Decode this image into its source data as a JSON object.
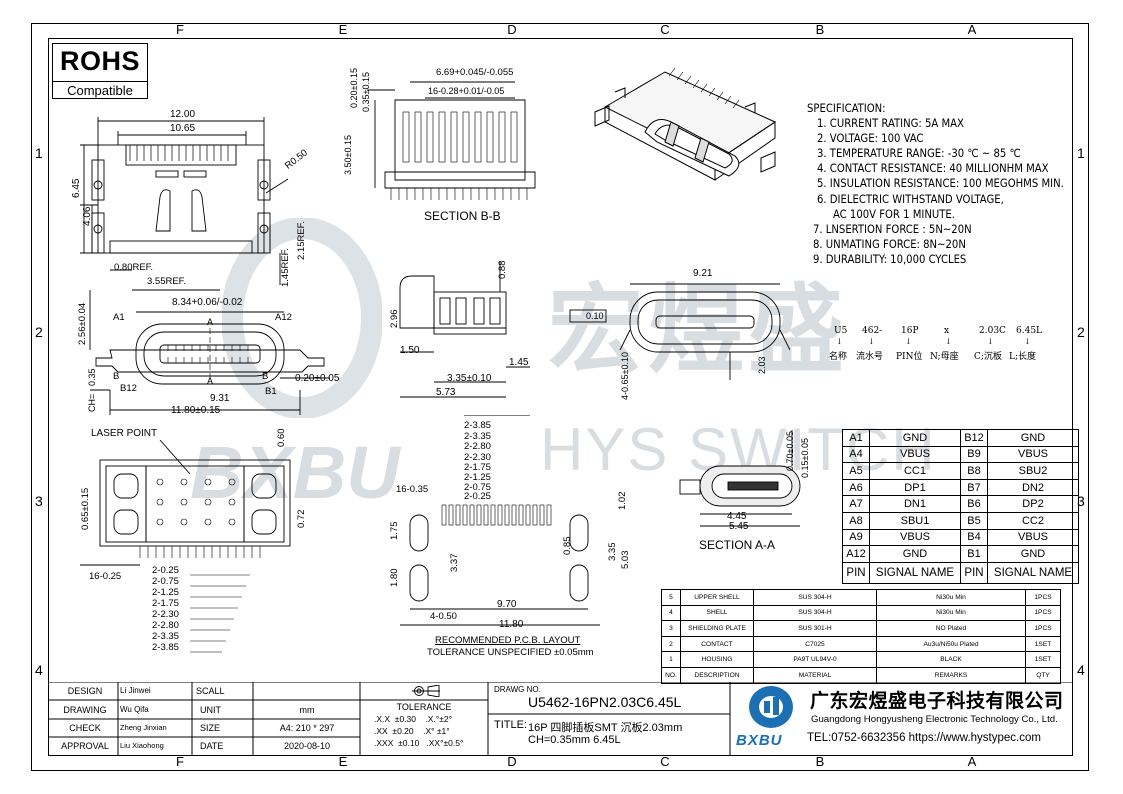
{
  "frame": {
    "columns": [
      "F",
      "E",
      "D",
      "C",
      "B",
      "A"
    ],
    "rows": [
      "1",
      "2",
      "3",
      "4"
    ]
  },
  "rohs": {
    "title": "ROHS",
    "subtitle": "Compatible"
  },
  "watermark": {
    "chinese": "宏煜盛",
    "english": "HYS SWITCH",
    "logo": "BXBU"
  },
  "specification": {
    "heading": "SPECIFICATION:",
    "lines": [
      "1. CURRENT RATING: 5A MAX",
      "2. VOLTAGE: 100 VAC",
      "3. TEMPERATURE RANGE: -30 ℃ ~ 85 ℃",
      "4. CONTACT RESISTANCE: 40 MILLIONHM MAX",
      "5. INSULATION RESISTANCE: 100 MEGOHMS MIN.",
      "6. DIELECTRIC WITHSTAND VOLTAGE,",
      "AC 100V FOR 1 MINUTE.",
      "7. LNSERTION FORCE : 5N~20N",
      "8. UNMATING FORCE: 8N~20N",
      "9. DURABILITY:   10,000 CYCLES"
    ]
  },
  "part_code": {
    "codes": [
      "U5",
      "462-",
      "16P",
      "x",
      "2.03C",
      "6.45L"
    ],
    "meanings": [
      "名称",
      "流水号",
      "PIN位",
      "N;母座",
      "C;沉板",
      "L;长度"
    ]
  },
  "pin_table": {
    "header": [
      "PIN",
      "SIGNAL NAME",
      "PIN",
      "SIGNAL NAME"
    ],
    "rows": [
      [
        "A1",
        "GND",
        "B12",
        "GND"
      ],
      [
        "A4",
        "VBUS",
        "B9",
        "VBUS"
      ],
      [
        "A5",
        "CC1",
        "B8",
        "SBU2"
      ],
      [
        "A6",
        "DP1",
        "B7",
        "DN2"
      ],
      [
        "A7",
        "DN1",
        "B6",
        "DP2"
      ],
      [
        "A8",
        "SBU1",
        "B5",
        "CC2"
      ],
      [
        "A9",
        "VBUS",
        "B4",
        "VBUS"
      ],
      [
        "A12",
        "GND",
        "B1",
        "GND"
      ]
    ]
  },
  "material_table": {
    "rows": [
      [
        "5",
        "UPPER SHELL",
        "SUS 304-H",
        "Ni30u Min",
        "1PCS"
      ],
      [
        "4",
        "SHELL",
        "SUS 304-H",
        "Ni30u Min",
        "1PCS"
      ],
      [
        "3",
        "SHIELDING PLATE",
        "SUS 301-H",
        "NO Plated",
        "1PCS"
      ],
      [
        "2",
        "CONTACT",
        "C7025",
        "Au3u/Ni50u Plated",
        "1SET"
      ],
      [
        "1",
        "HOUSING",
        "PA9T UL94V-0",
        "BLACK",
        "1SET"
      ],
      [
        "NO.",
        "DESCRIPTION",
        "MATERIAL",
        "REMARKS",
        "QTY"
      ]
    ]
  },
  "title_block": {
    "design_label": "DESIGN",
    "design_name": "Li Jinwei",
    "drawing_label": "DRAWING",
    "drawing_name": "Wu Qifa",
    "check_label": "CHECK",
    "check_name": "Zheng Jinxian",
    "approval_label": "APPROVAL",
    "approval_name": "Liu Xiaohong",
    "scale_label": "SCALL",
    "scale_value": "",
    "unit_label": "UNIT",
    "unit_value": "mm",
    "size_label": "SIZE",
    "size_value": "A4: 210 * 297",
    "date_label": "DATE",
    "date_value": "2020-08-10",
    "tolerance_label": "TOLERANCE",
    "tolerance_lines": [
      ".X.X  ±0.30    .X.°±2°",
      ".XX  ±0.20    .X° ±1°",
      ".XXX  ±0.10   .XX°±0.5°"
    ],
    "drawing_no_label": "DRAWG NO.",
    "drawing_no": "U5462-16PN2.03C6.45L",
    "title_label": "TITLE:",
    "title_line1": "16P 四脚插板SMT 沉板2.03mm",
    "title_line2": "CH=0.35mm 6.45L",
    "company_cn": "广东宏煜盛电子科技有限公司",
    "company_en": "Guangdong Hongyusheng Electronic Technology Co., Ltd.",
    "contact": "TEL:0752-6632356  https://www.hystypec.com",
    "logo_text": "BXBU"
  },
  "labels": {
    "section_bb": "SECTION B-B",
    "section_aa": "SECTION A-A",
    "laser_point": "LASER POINT",
    "pcb_layout": "RECOMMENDED  P.C.B. LAYOUT",
    "tolerance_unspecified": "TOLERANCE UNSPECIFIED ±0.05mm"
  },
  "dimensions": {
    "top_view": [
      "12.00",
      "10.65",
      "R0.50",
      "6.45",
      "4.06",
      "2.15REF.",
      "1.45REF.",
      "0.80REF.",
      "3.55REF."
    ],
    "front_view": [
      "2.56±0.04",
      "8.34+0.06/-0.02",
      "A1",
      "A12",
      "B12",
      "B1",
      "A",
      "A",
      "B",
      "B",
      "0.35",
      "CH=",
      "9.31",
      "0.20±0.05",
      "11.80±0.15"
    ],
    "section_bb": [
      "6.69+0.045/-0.055",
      "0.20±0.15",
      "0.35±0.15",
      "16-0.28+0.01/-0.05",
      "3.50±0.15"
    ],
    "side_view": [
      "0.88",
      "2.96",
      "1.50",
      "1.45",
      "3.35±0.10",
      "5.73"
    ],
    "end_view": [
      "9.21",
      "0.10",
      "4-0.65±0.10",
      "2.03"
    ],
    "bottom_view": [
      "0.60",
      "0.72",
      "0.65±0.15",
      "16-0.25",
      "2-0.25",
      "2-0.75",
      "2-1.25",
      "2-1.75",
      "2-2.30",
      "2-2.80",
      "2-3.35",
      "2-3.85"
    ],
    "pcb": [
      "2-3.85",
      "2-3.35",
      "2-2.80",
      "2-2.30",
      "2-1.75",
      "2-1.25",
      "2-0.75",
      "2-0.25",
      "16-0.35",
      "1.02",
      "1.75",
      "3.37",
      "0.85",
      "3.35",
      "5.03",
      "1.80",
      "4-0.50",
      "9.70",
      "11.80"
    ],
    "section_aa": [
      "0.70±0.05",
      "0.15±0.05",
      "4.45",
      "5.45"
    ]
  },
  "colors": {
    "line": "#000000",
    "watermark": "#d8dde2",
    "logo_blue": "#1b6fb5"
  }
}
